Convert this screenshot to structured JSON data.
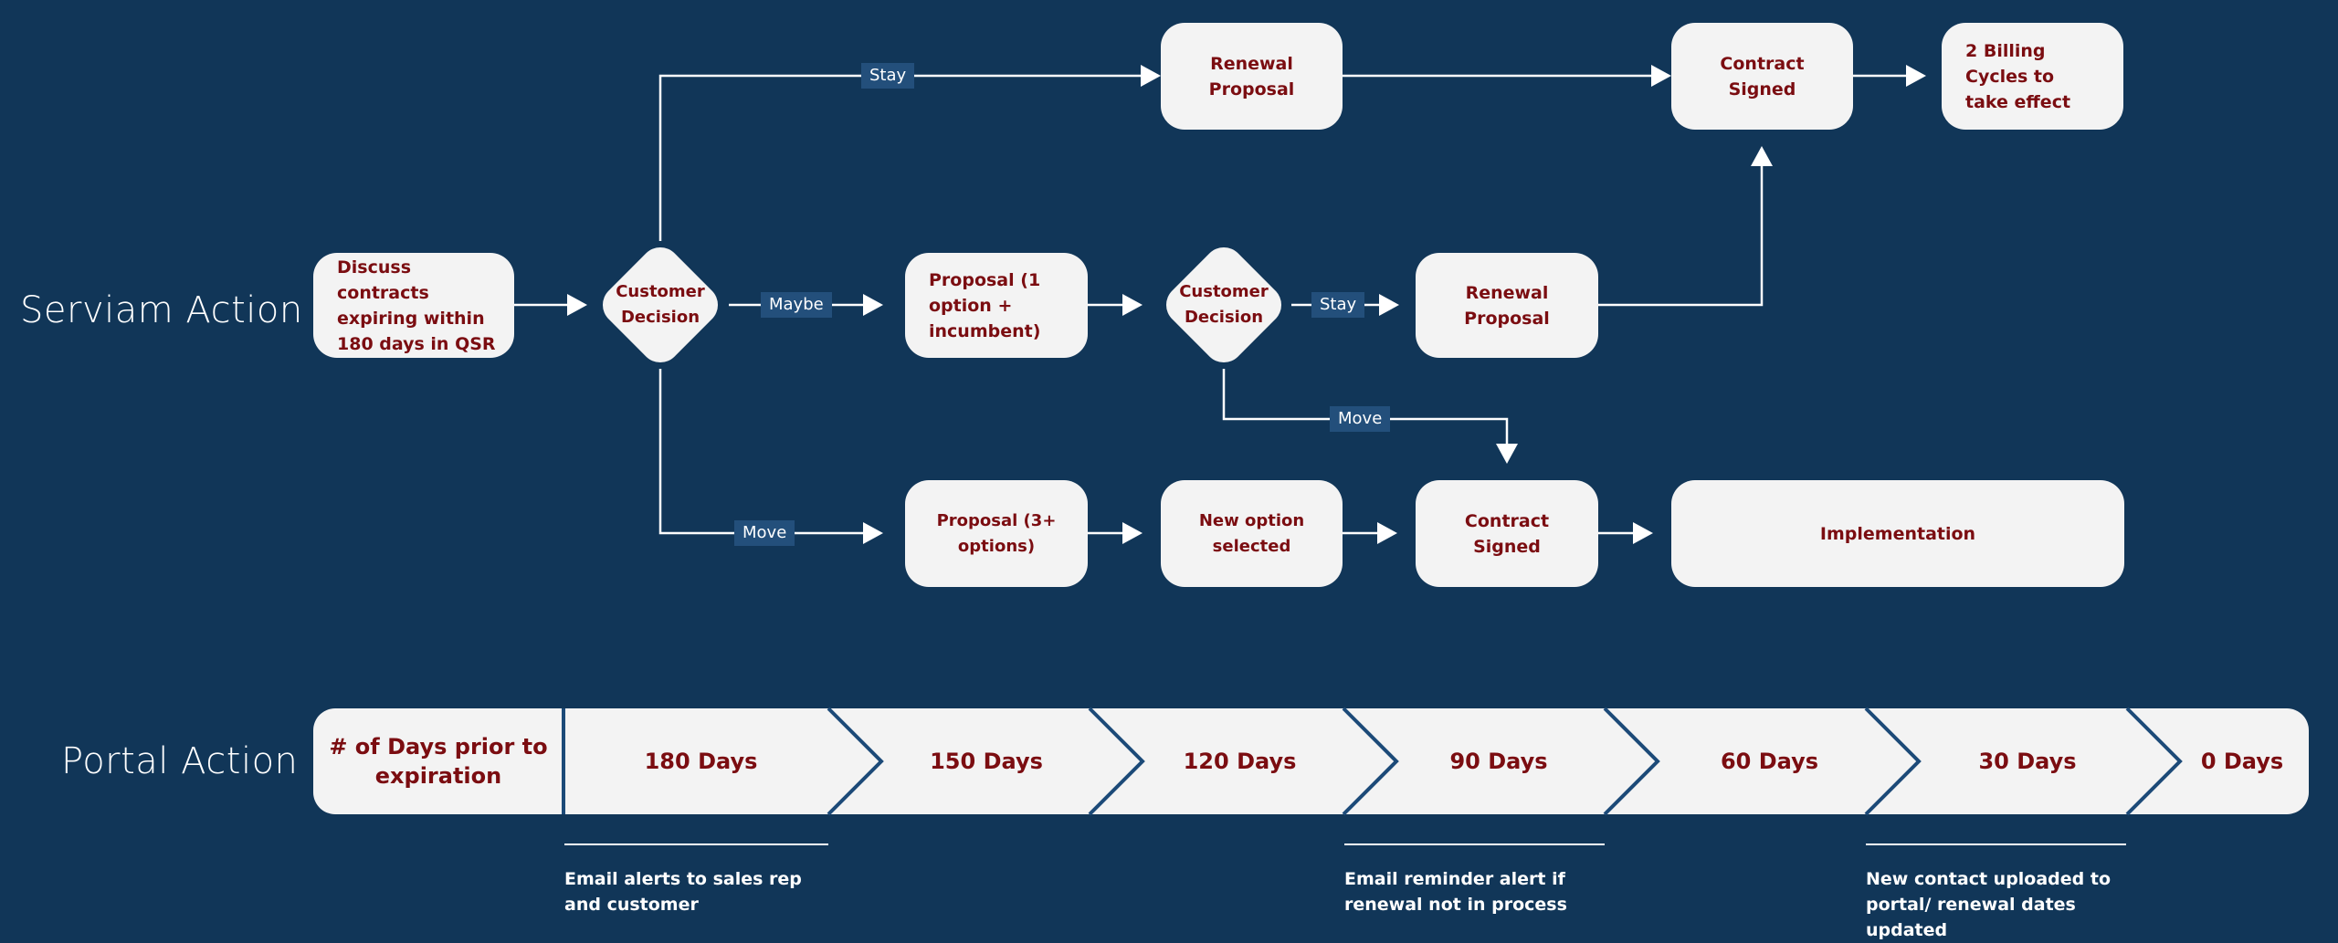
{
  "lanes": {
    "serviam": "Serviam Action",
    "portal": "Portal Action"
  },
  "flow": {
    "discuss": "Discuss contracts expiring within 180 days in QSR",
    "decision1": "Customer Decision",
    "decision2": "Customer Decision",
    "renewal_top": "Renewal Proposal",
    "contract_top": "Contract Signed",
    "billing": "2 Billing Cycles to take effect",
    "proposal_one": "Proposal (1 option + incumbent)",
    "renewal_mid": "Renewal Proposal",
    "proposal_three": "Proposal (3+ options)",
    "new_option": "New option selected",
    "contract_bottom": "Contract Signed",
    "implementation": "Implementation"
  },
  "edge_labels": {
    "stay_top": "Stay",
    "maybe": "Maybe",
    "move_bottom": "Move",
    "stay_mid": "Stay",
    "move_mid": "Move"
  },
  "timeline": {
    "header": "# of Days prior to expiration",
    "days": [
      "180 Days",
      "150 Days",
      "120 Days",
      "90 Days",
      "60 Days",
      "30 Days",
      "0 Days"
    ]
  },
  "notes": {
    "email_alerts": "Email alerts to sales rep and customer",
    "email_reminder": "Email reminder alert if renewal not in process",
    "new_contact": "New contact uploaded to portal/ renewal dates updated"
  },
  "colors": {
    "background": "#113658",
    "node_fill": "#f3f3f3",
    "node_text": "#7b0d11",
    "label_box": "#234f7b",
    "chevron_line": "#1c4a78"
  }
}
